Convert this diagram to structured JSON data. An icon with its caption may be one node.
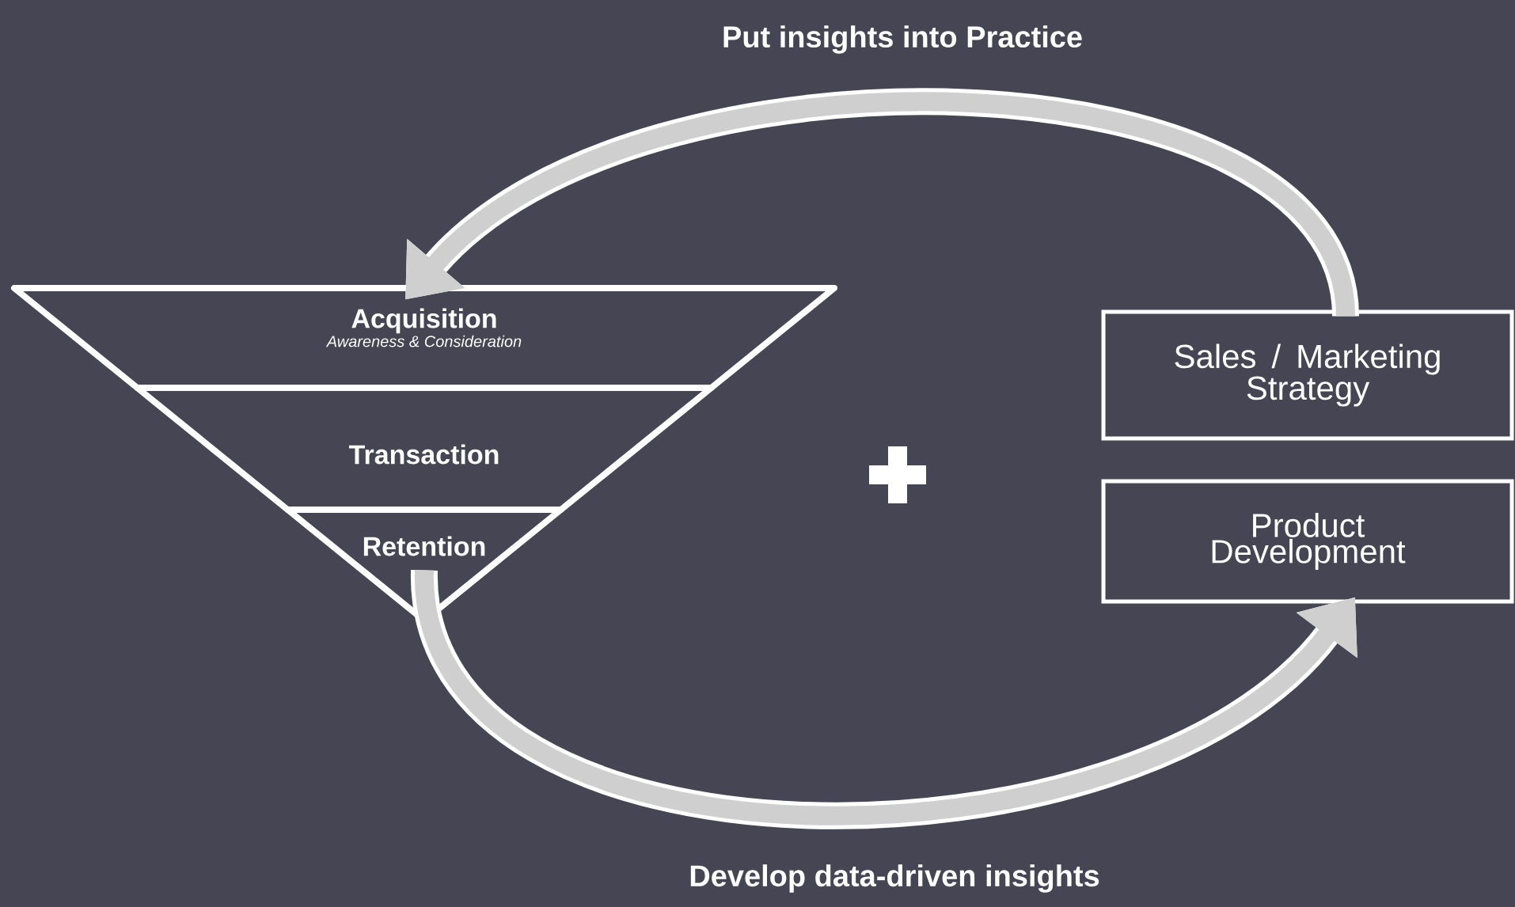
{
  "diagram": {
    "nodes": [
      {
        "text": [
          "Acquisition",
          "Awareness & Consideration"
        ]
      },
      {
        "text": [
          "Transaction"
        ]
      },
      {
        "text": [
          "Retention"
        ]
      },
      {
        "text": [
          "Sales / Marketing Strategy"
        ]
      },
      {
        "text": [
          "Product Development"
        ]
      }
    ],
    "edges": [
      {
        "from": 2,
        "to": 4,
        "arrow": "to",
        "label": "Develop data-driven insights"
      },
      {
        "from": 3,
        "to": 0,
        "arrow": "to",
        "label": "Put insights into Practice"
      }
    ]
  }
}
